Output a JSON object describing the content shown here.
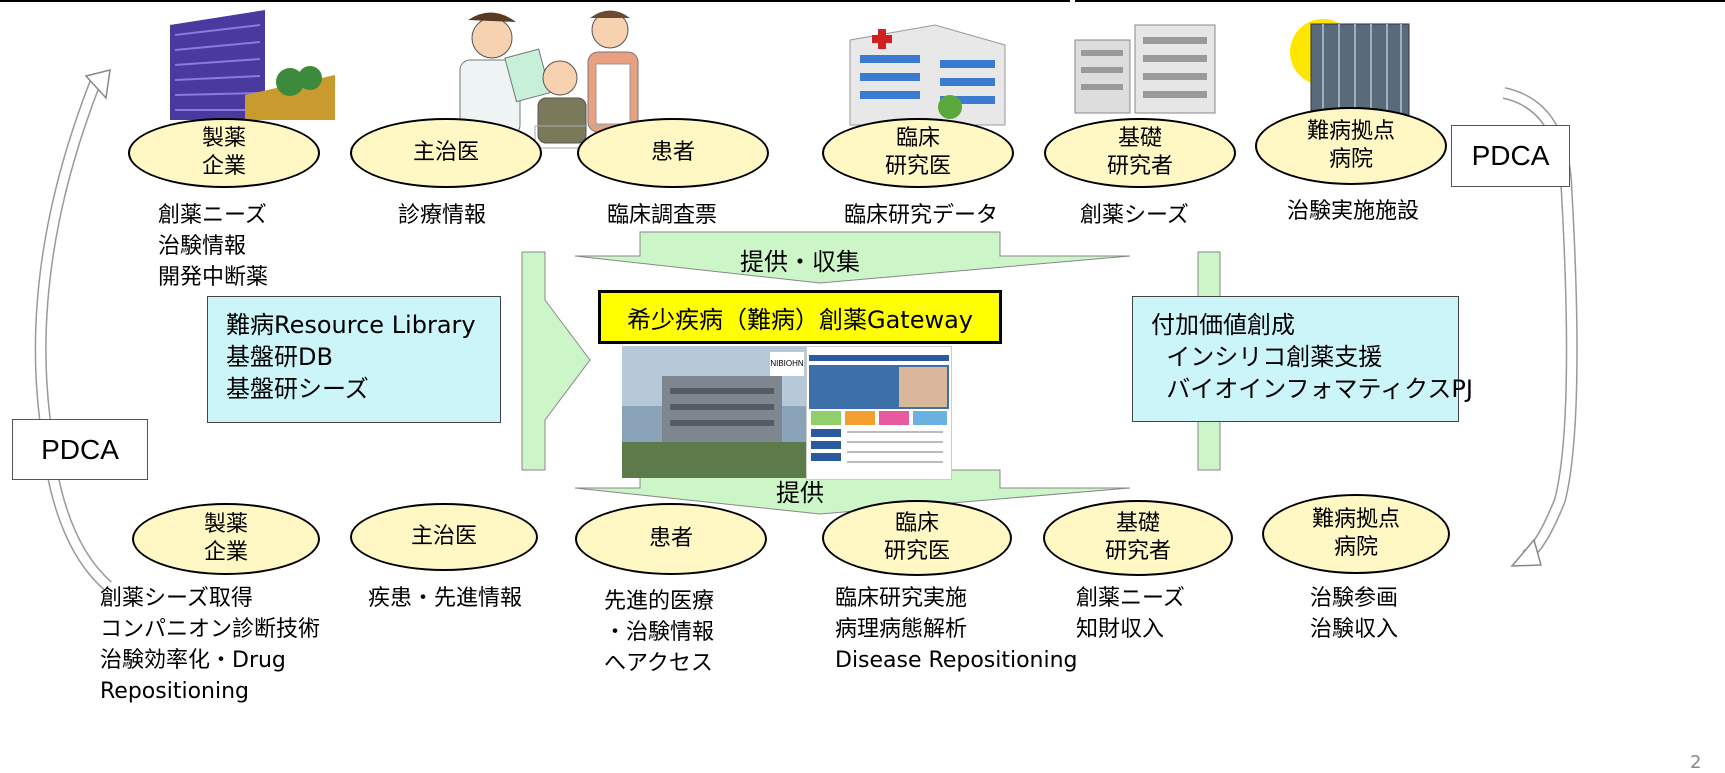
{
  "top_row": [
    {
      "name": "製薬\n企業",
      "info": "創薬ニーズ\n治験情報\n開発中断薬"
    },
    {
      "name": "主治医",
      "info": "診療情報"
    },
    {
      "name": "患者",
      "info": "臨床調査票"
    },
    {
      "name": "臨床\n研究医",
      "info": "臨床研究データ"
    },
    {
      "name": "基礎\n研究者",
      "info": "創薬シーズ"
    },
    {
      "name": "難病拠点\n病院",
      "info": "治験実施施設"
    }
  ],
  "bottom_row": [
    {
      "name": "製薬\n企業",
      "info": "創薬シーズ取得\nコンパニオン診断技術\n治験効率化・Drug\nRepositioning"
    },
    {
      "name": "主治医",
      "info": "疾患・先進情報"
    },
    {
      "name": "患者",
      "info": "先進的医療\n・治験情報\nへアクセス"
    },
    {
      "name": "臨床\n研究医",
      "info": "臨床研究実施\n病理病態解析\nDisease Repositioning"
    },
    {
      "name": "基礎\n研究者",
      "info": "創薬ニーズ\n知財収入"
    },
    {
      "name": "難病拠点\n病院",
      "info": "治験参画\n治験収入"
    }
  ],
  "collect_arrow_label": "提供・収集",
  "provide_arrow_label": "提供",
  "gateway_title": "希少疾病（難病）創薬Gateway",
  "left_box": {
    "lines": [
      "難病Resource Library",
      "基盤研DB",
      "基盤研シーズ"
    ]
  },
  "right_box": {
    "lines": [
      "付加価値創成",
      "  インシリコ創薬支援",
      "  バイオインフォマティクスPJ"
    ]
  },
  "pdca_left": "PDCA",
  "pdca_right": "PDCA",
  "screenshot_logo": "NIBIOHN",
  "page_number": "2",
  "colors": {
    "ellipse_fill": "#fff8c4",
    "box_fill": "#ccf5fa",
    "arrow_fill": "#ccf5c8",
    "gateway_fill": "#ffff00"
  }
}
